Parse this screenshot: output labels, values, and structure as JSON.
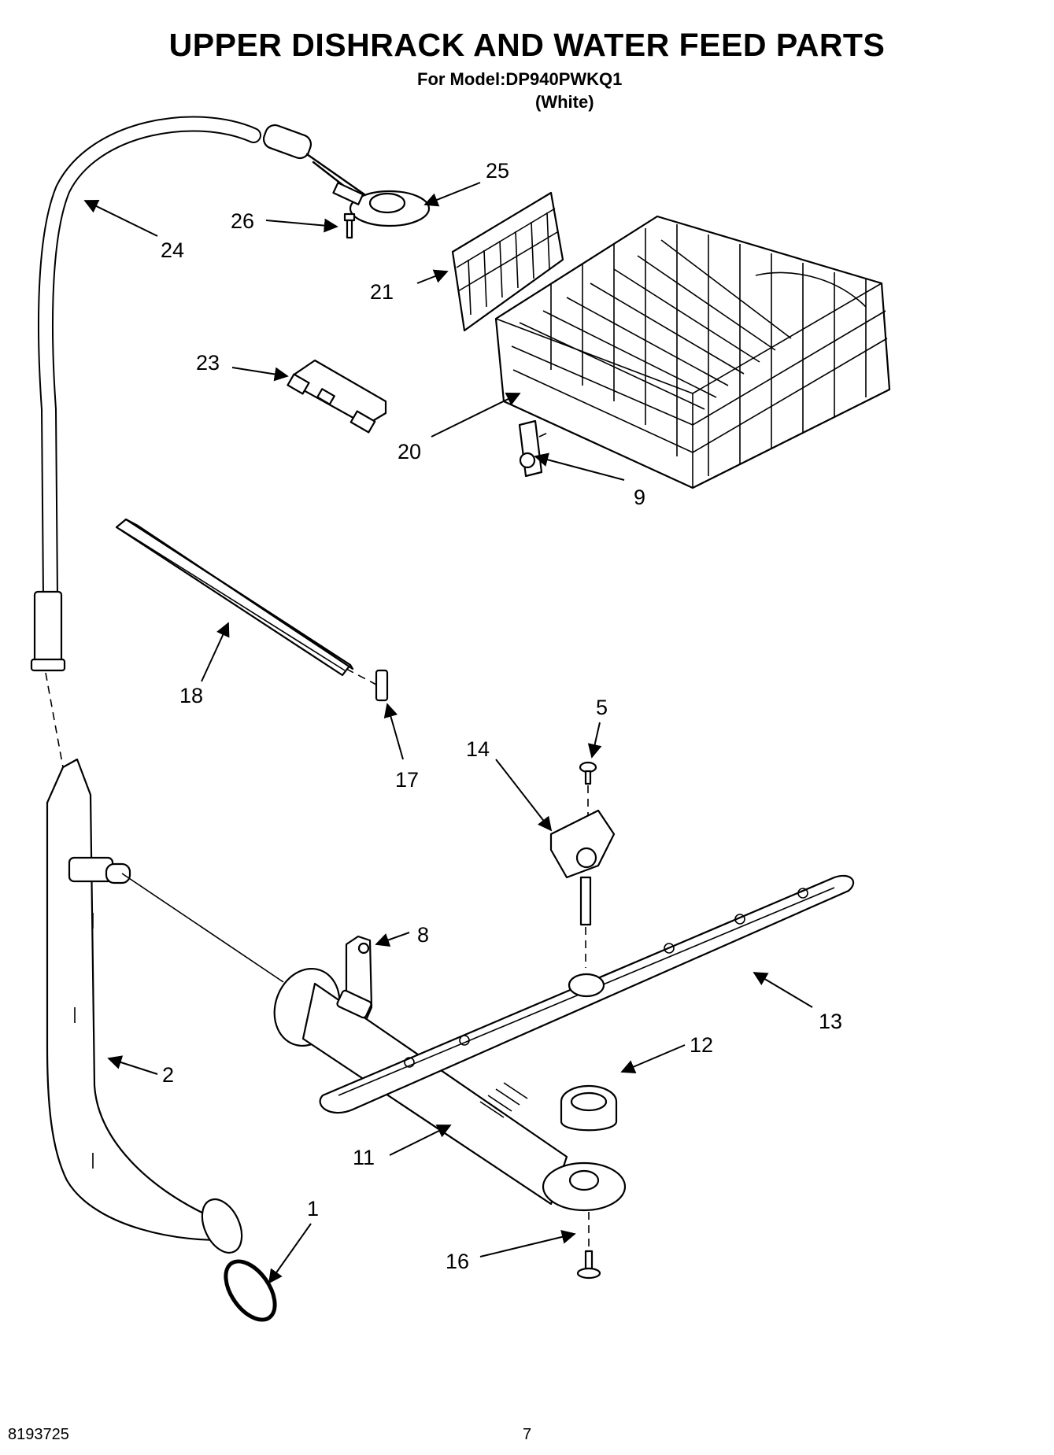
{
  "title": "UPPER DISHRACK AND WATER FEED PARTS",
  "subtitle": "For Model:DP940PWKQ1",
  "color_note": "(White)",
  "footer": {
    "doc_number": "8193725",
    "page_number": "7"
  },
  "callouts": [
    "25",
    "24",
    "26",
    "21",
    "23",
    "20",
    "9",
    "18",
    "5",
    "14",
    "17",
    "8",
    "13",
    "12",
    "2",
    "11",
    "1",
    "16"
  ]
}
